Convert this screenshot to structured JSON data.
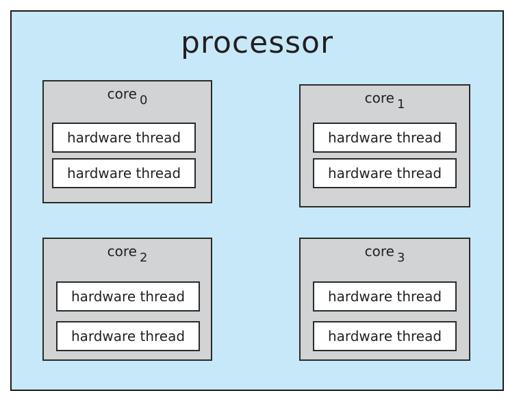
{
  "processor": {
    "title": "processor",
    "cores": [
      {
        "label": "core",
        "index": "0",
        "threads": [
          "hardware thread",
          "hardware thread"
        ]
      },
      {
        "label": "core",
        "index": "1",
        "threads": [
          "hardware thread",
          "hardware thread"
        ]
      },
      {
        "label": "core",
        "index": "2",
        "threads": [
          "hardware thread",
          "hardware thread"
        ]
      },
      {
        "label": "core",
        "index": "3",
        "threads": [
          "hardware thread",
          "hardware thread"
        ]
      }
    ]
  },
  "colors": {
    "processor_fill": "#c7e8f8",
    "core_fill": "#d1d3d4",
    "thread_fill": "#ffffff",
    "stroke": "#231f20"
  }
}
